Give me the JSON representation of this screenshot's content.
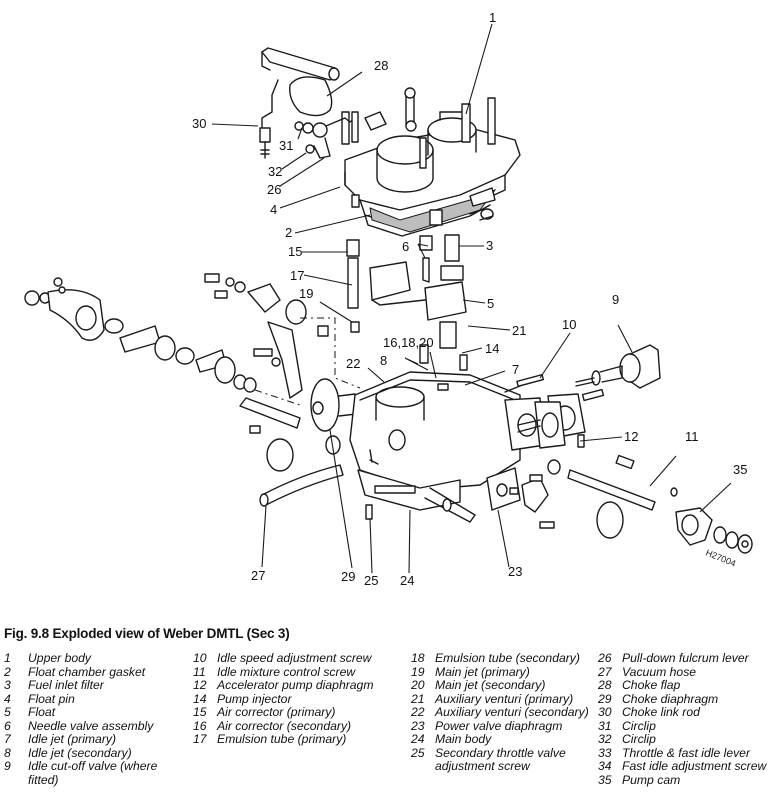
{
  "figure": {
    "caption": "Fig. 9.8 Exploded view of Weber DMTL (Sec 3)",
    "drawing_code": "H27004",
    "callouts": {
      "c1": "1",
      "c2": "2",
      "c3": "3",
      "c4": "4",
      "c5": "5",
      "c6": "6",
      "c7": "7",
      "c8": "8",
      "c9": "9",
      "c10": "10",
      "c11": "11",
      "c12": "12",
      "c14": "14",
      "c15": "15",
      "c16_18_20": "16,18,20",
      "c17": "17",
      "c19": "19",
      "c21": "21",
      "c22": "22",
      "c23": "23",
      "c24": "24",
      "c25": "25",
      "c26": "26",
      "c27": "27",
      "c28": "28",
      "c29": "29",
      "c30": "30",
      "c31": "31",
      "c32": "32",
      "c35": "35"
    }
  },
  "legend": {
    "columns": [
      [
        {
          "num": "1",
          "label": "Upper body"
        },
        {
          "num": "2",
          "label": "Float chamber gasket"
        },
        {
          "num": "3",
          "label": "Fuel inlet filter"
        },
        {
          "num": "4",
          "label": "Float pin"
        },
        {
          "num": "5",
          "label": "Float"
        },
        {
          "num": "6",
          "label": "Needle valve assembly"
        },
        {
          "num": "7",
          "label": "Idle jet (primary)"
        },
        {
          "num": "8",
          "label": "Idle jet (secondary)"
        },
        {
          "num": "9",
          "label": "Idle cut-off valve (where fitted)"
        }
      ],
      [
        {
          "num": "10",
          "label": "Idle speed adjustment screw"
        },
        {
          "num": "11",
          "label": "Idle mixture control screw"
        },
        {
          "num": "12",
          "label": "Accelerator pump diaphragm"
        },
        {
          "num": "14",
          "label": "Pump injector"
        },
        {
          "num": "15",
          "label": "Air corrector (primary)"
        },
        {
          "num": "16",
          "label": "Air corrector (secondary)"
        },
        {
          "num": "17",
          "label": "Emulsion tube (primary)"
        }
      ],
      [
        {
          "num": "18",
          "label": "Emulsion tube (secondary)"
        },
        {
          "num": "19",
          "label": "Main jet (primary)"
        },
        {
          "num": "20",
          "label": "Main jet (secondary)"
        },
        {
          "num": "21",
          "label": "Auxiliary venturi (primary)"
        },
        {
          "num": "22",
          "label": "Auxiliary venturi (secondary)"
        },
        {
          "num": "23",
          "label": "Power valve diaphragm"
        },
        {
          "num": "24",
          "label": "Main body"
        },
        {
          "num": "25",
          "label": "Secondary throttle valve adjustment screw"
        }
      ],
      [
        {
          "num": "26",
          "label": "Pull-down fulcrum lever"
        },
        {
          "num": "27",
          "label": "Vacuum hose"
        },
        {
          "num": "28",
          "label": "Choke flap"
        },
        {
          "num": "29",
          "label": "Choke diaphragm"
        },
        {
          "num": "30",
          "label": "Choke link rod"
        },
        {
          "num": "31",
          "label": "Circlip"
        },
        {
          "num": "32",
          "label": "Circlip"
        },
        {
          "num": "33",
          "label": "Throttle & fast idle lever"
        },
        {
          "num": "34",
          "label": "Fast idle adjustment screw"
        },
        {
          "num": "35",
          "label": "Pump cam"
        }
      ]
    ]
  }
}
